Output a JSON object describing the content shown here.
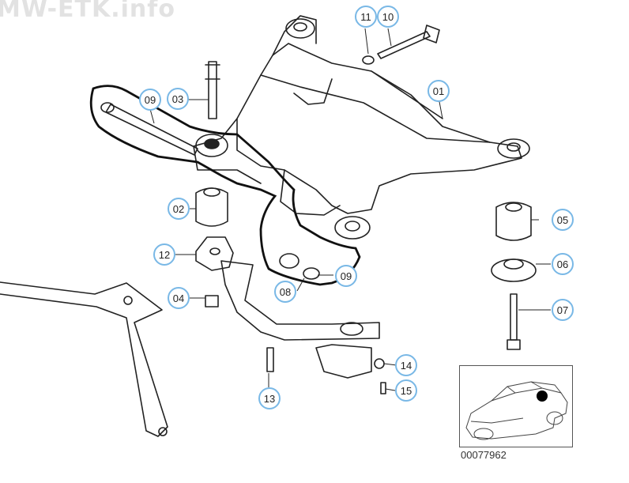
{
  "watermark": "MW-ETK.info",
  "document_number": "00077962",
  "callouts": {
    "c01": "01",
    "c02": "02",
    "c03": "03",
    "c04": "04",
    "c05": "05",
    "c06": "06",
    "c07": "07",
    "c08": "08",
    "c09a": "09",
    "c09b": "09",
    "c10": "10",
    "c11": "11",
    "c12": "12",
    "c13": "13",
    "c14": "14",
    "c15": "15"
  },
  "colors": {
    "callout_ring": "#79b8e6",
    "line": "#222222",
    "marker": "#000000"
  }
}
